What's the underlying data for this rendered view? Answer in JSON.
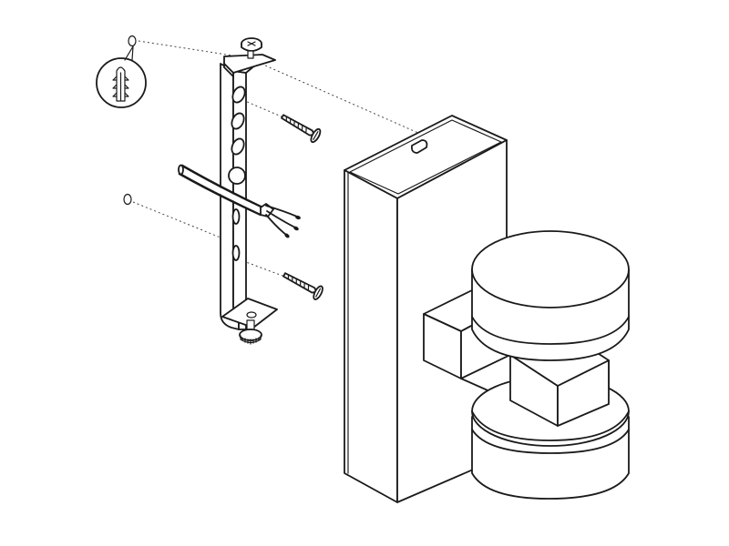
{
  "diagram": {
    "kind": "exploded-assembly-illustration",
    "line_color": "#1a1a1a",
    "fill_color": "#ffffff",
    "parts": [
      {
        "id": "wall-plug",
        "icon": "wall-plug-icon"
      },
      {
        "id": "mounting-bracket",
        "icon": "bracket-icon"
      },
      {
        "id": "screw-upper",
        "icon": "screw-icon"
      },
      {
        "id": "screw-lower",
        "icon": "screw-icon"
      },
      {
        "id": "power-cable",
        "icon": "cable-icon"
      },
      {
        "id": "wall-lamp-body",
        "icon": "lamp-icon"
      }
    ]
  }
}
